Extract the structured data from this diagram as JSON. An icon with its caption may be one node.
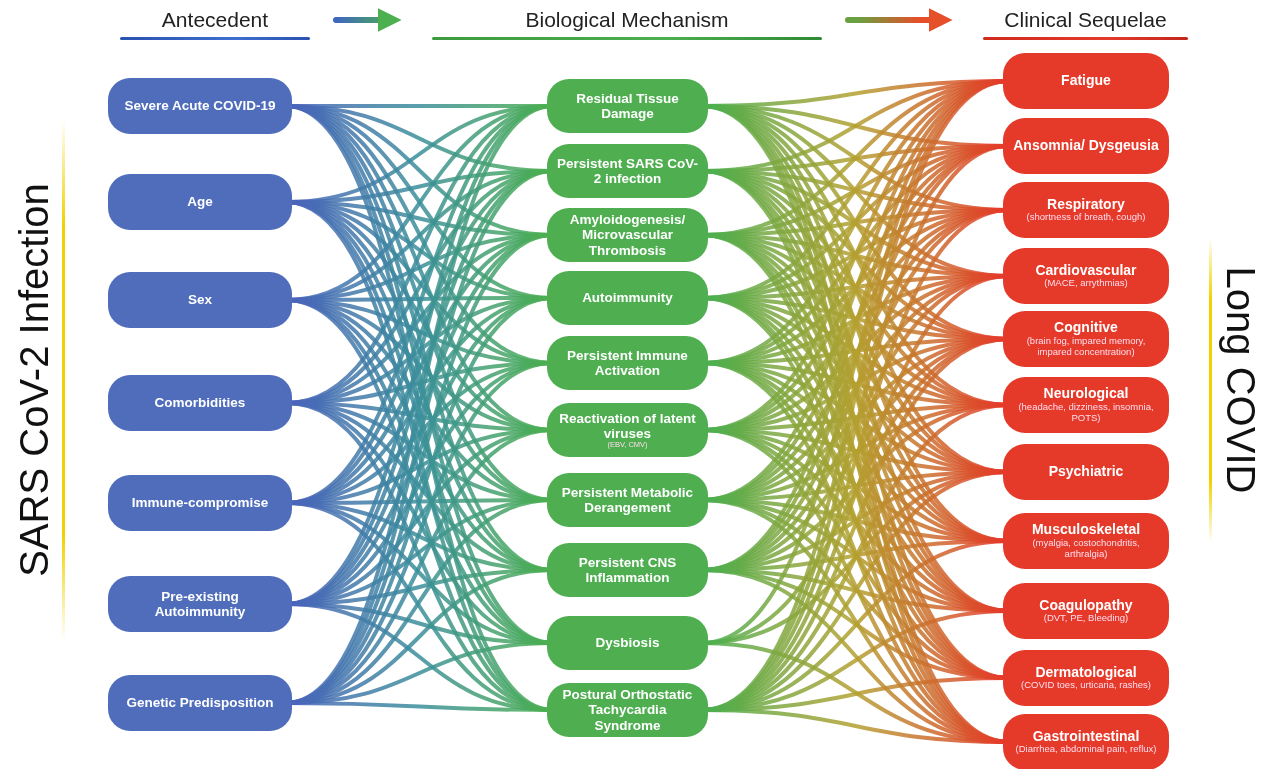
{
  "diagram": {
    "nodes": [
      {
        "text": [
          "Antecedent"
        ]
      },
      {
        "text": [
          "Biological Mechanism"
        ]
      },
      {
        "text": [
          "Clinical Sequelae"
        ]
      },
      {
        "text": [
          "Severe Acute COVID-19"
        ]
      },
      {
        "text": [
          "Age"
        ]
      },
      {
        "text": [
          "Sex"
        ]
      },
      {
        "text": [
          "Comorbidities"
        ]
      },
      {
        "text": [
          "Immune-compromise"
        ]
      },
      {
        "text": [
          "Pre-existing Autoimmunity"
        ]
      },
      {
        "text": [
          "Genetic Predisposition"
        ]
      },
      {
        "text": [
          "Residual Tissue Damage"
        ]
      },
      {
        "text": [
          "Persistent SARS CoV-2 infection"
        ]
      },
      {
        "text": [
          "Amyloidogenesis/ Microvascular Thrombosis"
        ]
      },
      {
        "text": [
          "Autoimmunity"
        ]
      },
      {
        "text": [
          "Persistent Immune Activation"
        ]
      },
      {
        "text": [
          "Reactivation of latent viruses",
          "(EBV, CMV)"
        ]
      },
      {
        "text": [
          "Persistent Metabolic Derangement"
        ]
      },
      {
        "text": [
          "Persistent CNS Inflammation"
        ]
      },
      {
        "text": [
          "Dysbiosis"
        ]
      },
      {
        "text": [
          "Postural Orthostatic Tachycardia Syndrome"
        ]
      },
      {
        "text": [
          "Fatigue"
        ]
      },
      {
        "text": [
          "Ansomnia/ Dysgeusia"
        ]
      },
      {
        "text": [
          "Respiratory",
          "(shortness of breath, cough)"
        ]
      },
      {
        "text": [
          "Cardiovascular",
          "(MACE, arrythmias)"
        ]
      },
      {
        "text": [
          "Cognitive",
          "(brain fog, impared memory, impared concentration)"
        ]
      },
      {
        "text": [
          "Neurological",
          "(headache, dizziness, insomnia, POTS)"
        ]
      },
      {
        "text": [
          "Psychiatric"
        ]
      },
      {
        "text": [
          "Musculoskeletal",
          "(myalgia, costochondritis, arthralgia)"
        ]
      },
      {
        "text": [
          "Coagulopathy",
          "(DVT, PE, Bleeding)"
        ]
      },
      {
        "text": [
          "Dermatological",
          "(COVID toes, urticaria, rashes)"
        ]
      },
      {
        "text": [
          "Gastrointestinal",
          "(Diarrhea, abdominal pain, reflux)"
        ]
      }
    ],
    "edges": [
      {
        "from": 0,
        "to": 1,
        "arrow": "to"
      },
      {
        "from": 1,
        "to": 2,
        "arrow": "to"
      },
      {
        "from": 3,
        "to": 10,
        "arrow": "none"
      },
      {
        "from": 3,
        "to": 11,
        "arrow": "none"
      },
      {
        "from": 3,
        "to": 12,
        "arrow": "none"
      },
      {
        "from": 3,
        "to": 13,
        "arrow": "none"
      },
      {
        "from": 3,
        "to": 14,
        "arrow": "none"
      },
      {
        "from": 3,
        "to": 15,
        "arrow": "none"
      },
      {
        "from": 3,
        "to": 16,
        "arrow": "none"
      },
      {
        "from": 3,
        "to": 17,
        "arrow": "none"
      },
      {
        "from": 3,
        "to": 18,
        "arrow": "none"
      },
      {
        "from": 3,
        "to": 19,
        "arrow": "none"
      },
      {
        "from": 4,
        "to": 10,
        "arrow": "none"
      },
      {
        "from": 4,
        "to": 11,
        "arrow": "none"
      },
      {
        "from": 4,
        "to": 12,
        "arrow": "none"
      },
      {
        "from": 4,
        "to": 13,
        "arrow": "none"
      },
      {
        "from": 4,
        "to": 14,
        "arrow": "none"
      },
      {
        "from": 4,
        "to": 15,
        "arrow": "none"
      },
      {
        "from": 4,
        "to": 16,
        "arrow": "none"
      },
      {
        "from": 4,
        "to": 17,
        "arrow": "none"
      },
      {
        "from": 4,
        "to": 18,
        "arrow": "none"
      },
      {
        "from": 4,
        "to": 19,
        "arrow": "none"
      },
      {
        "from": 5,
        "to": 10,
        "arrow": "none"
      },
      {
        "from": 5,
        "to": 11,
        "arrow": "none"
      },
      {
        "from": 5,
        "to": 12,
        "arrow": "none"
      },
      {
        "from": 5,
        "to": 13,
        "arrow": "none"
      },
      {
        "from": 5,
        "to": 14,
        "arrow": "none"
      },
      {
        "from": 5,
        "to": 15,
        "arrow": "none"
      },
      {
        "from": 5,
        "to": 16,
        "arrow": "none"
      },
      {
        "from": 5,
        "to": 17,
        "arrow": "none"
      },
      {
        "from": 5,
        "to": 18,
        "arrow": "none"
      },
      {
        "from": 5,
        "to": 19,
        "arrow": "none"
      },
      {
        "from": 6,
        "to": 10,
        "arrow": "none"
      },
      {
        "from": 6,
        "to": 11,
        "arrow": "none"
      },
      {
        "from": 6,
        "to": 12,
        "arrow": "none"
      },
      {
        "from": 6,
        "to": 13,
        "arrow": "none"
      },
      {
        "from": 6,
        "to": 14,
        "arrow": "none"
      },
      {
        "from": 6,
        "to": 15,
        "arrow": "none"
      },
      {
        "from": 6,
        "to": 16,
        "arrow": "none"
      },
      {
        "from": 6,
        "to": 17,
        "arrow": "none"
      },
      {
        "from": 6,
        "to": 18,
        "arrow": "none"
      },
      {
        "from": 6,
        "to": 19,
        "arrow": "none"
      },
      {
        "from": 7,
        "to": 10,
        "arrow": "none"
      },
      {
        "from": 7,
        "to": 11,
        "arrow": "none"
      },
      {
        "from": 7,
        "to": 12,
        "arrow": "none"
      },
      {
        "from": 7,
        "to": 13,
        "arrow": "none"
      },
      {
        "from": 7,
        "to": 14,
        "arrow": "none"
      },
      {
        "from": 7,
        "to": 15,
        "arrow": "none"
      },
      {
        "from": 7,
        "to": 16,
        "arrow": "none"
      },
      {
        "from": 7,
        "to": 17,
        "arrow": "none"
      },
      {
        "from": 7,
        "to": 18,
        "arrow": "none"
      },
      {
        "from": 7,
        "to": 19,
        "arrow": "none"
      },
      {
        "from": 8,
        "to": 10,
        "arrow": "none"
      },
      {
        "from": 8,
        "to": 11,
        "arrow": "none"
      },
      {
        "from": 8,
        "to": 12,
        "arrow": "none"
      },
      {
        "from": 8,
        "to": 13,
        "arrow": "none"
      },
      {
        "from": 8,
        "to": 14,
        "arrow": "none"
      },
      {
        "from": 8,
        "to": 15,
        "arrow": "none"
      },
      {
        "from": 8,
        "to": 16,
        "arrow": "none"
      },
      {
        "from": 8,
        "to": 17,
        "arrow": "none"
      },
      {
        "from": 8,
        "to": 18,
        "arrow": "none"
      },
      {
        "from": 8,
        "to": 19,
        "arrow": "none"
      },
      {
        "from": 9,
        "to": 10,
        "arrow": "none"
      },
      {
        "from": 9,
        "to": 11,
        "arrow": "none"
      },
      {
        "from": 9,
        "to": 12,
        "arrow": "none"
      },
      {
        "from": 9,
        "to": 13,
        "arrow": "none"
      },
      {
        "from": 9,
        "to": 14,
        "arrow": "none"
      },
      {
        "from": 9,
        "to": 15,
        "arrow": "none"
      },
      {
        "from": 9,
        "to": 16,
        "arrow": "none"
      },
      {
        "from": 9,
        "to": 17,
        "arrow": "none"
      },
      {
        "from": 9,
        "to": 18,
        "arrow": "none"
      },
      {
        "from": 9,
        "to": 19,
        "arrow": "none"
      },
      {
        "from": 10,
        "to": 20,
        "arrow": "none"
      },
      {
        "from": 10,
        "to": 21,
        "arrow": "none"
      },
      {
        "from": 10,
        "to": 22,
        "arrow": "none"
      },
      {
        "from": 10,
        "to": 23,
        "arrow": "none"
      },
      {
        "from": 10,
        "to": 24,
        "arrow": "none"
      },
      {
        "from": 10,
        "to": 25,
        "arrow": "none"
      },
      {
        "from": 10,
        "to": 26,
        "arrow": "none"
      },
      {
        "from": 10,
        "to": 27,
        "arrow": "none"
      },
      {
        "from": 10,
        "to": 28,
        "arrow": "none"
      },
      {
        "from": 10,
        "to": 29,
        "arrow": "none"
      },
      {
        "from": 10,
        "to": 30,
        "arrow": "none"
      },
      {
        "from": 11,
        "to": 20,
        "arrow": "none"
      },
      {
        "from": 11,
        "to": 21,
        "arrow": "none"
      },
      {
        "from": 11,
        "to": 22,
        "arrow": "none"
      },
      {
        "from": 11,
        "to": 23,
        "arrow": "none"
      },
      {
        "from": 11,
        "to": 24,
        "arrow": "none"
      },
      {
        "from": 11,
        "to": 25,
        "arrow": "none"
      },
      {
        "from": 11,
        "to": 26,
        "arrow": "none"
      },
      {
        "from": 11,
        "to": 27,
        "arrow": "none"
      },
      {
        "from": 11,
        "to": 28,
        "arrow": "none"
      },
      {
        "from": 11,
        "to": 29,
        "arrow": "none"
      },
      {
        "from": 11,
        "to": 30,
        "arrow": "none"
      },
      {
        "from": 12,
        "to": 20,
        "arrow": "none"
      },
      {
        "from": 12,
        "to": 21,
        "arrow": "none"
      },
      {
        "from": 12,
        "to": 22,
        "arrow": "none"
      },
      {
        "from": 12,
        "to": 23,
        "arrow": "none"
      },
      {
        "from": 12,
        "to": 24,
        "arrow": "none"
      },
      {
        "from": 12,
        "to": 25,
        "arrow": "none"
      },
      {
        "from": 12,
        "to": 26,
        "arrow": "none"
      },
      {
        "from": 12,
        "to": 27,
        "arrow": "none"
      },
      {
        "from": 12,
        "to": 28,
        "arrow": "none"
      },
      {
        "from": 12,
        "to": 29,
        "arrow": "none"
      },
      {
        "from": 12,
        "to": 30,
        "arrow": "none"
      },
      {
        "from": 13,
        "to": 20,
        "arrow": "none"
      },
      {
        "from": 13,
        "to": 21,
        "arrow": "none"
      },
      {
        "from": 13,
        "to": 22,
        "arrow": "none"
      },
      {
        "from": 13,
        "to": 23,
        "arrow": "none"
      },
      {
        "from": 13,
        "to": 24,
        "arrow": "none"
      },
      {
        "from": 13,
        "to": 25,
        "arrow": "none"
      },
      {
        "from": 13,
        "to": 26,
        "arrow": "none"
      },
      {
        "from": 13,
        "to": 27,
        "arrow": "none"
      },
      {
        "from": 13,
        "to": 28,
        "arrow": "none"
      },
      {
        "from": 13,
        "to": 29,
        "arrow": "none"
      },
      {
        "from": 13,
        "to": 30,
        "arrow": "none"
      },
      {
        "from": 14,
        "to": 20,
        "arrow": "none"
      },
      {
        "from": 14,
        "to": 21,
        "arrow": "none"
      },
      {
        "from": 14,
        "to": 22,
        "arrow": "none"
      },
      {
        "from": 14,
        "to": 23,
        "arrow": "none"
      },
      {
        "from": 14,
        "to": 24,
        "arrow": "none"
      },
      {
        "from": 14,
        "to": 25,
        "arrow": "none"
      },
      {
        "from": 14,
        "to": 26,
        "arrow": "none"
      },
      {
        "from": 14,
        "to": 27,
        "arrow": "none"
      },
      {
        "from": 14,
        "to": 28,
        "arrow": "none"
      },
      {
        "from": 14,
        "to": 29,
        "arrow": "none"
      },
      {
        "from": 14,
        "to": 30,
        "arrow": "none"
      },
      {
        "from": 15,
        "to": 20,
        "arrow": "none"
      },
      {
        "from": 15,
        "to": 21,
        "arrow": "none"
      },
      {
        "from": 15,
        "to": 22,
        "arrow": "none"
      },
      {
        "from": 15,
        "to": 23,
        "arrow": "none"
      },
      {
        "from": 15,
        "to": 24,
        "arrow": "none"
      },
      {
        "from": 15,
        "to": 25,
        "arrow": "none"
      },
      {
        "from": 15,
        "to": 26,
        "arrow": "none"
      },
      {
        "from": 15,
        "to": 27,
        "arrow": "none"
      },
      {
        "from": 15,
        "to": 28,
        "arrow": "none"
      },
      {
        "from": 15,
        "to": 29,
        "arrow": "none"
      },
      {
        "from": 15,
        "to": 30,
        "arrow": "none"
      },
      {
        "from": 16,
        "to": 20,
        "arrow": "none"
      },
      {
        "from": 16,
        "to": 21,
        "arrow": "none"
      },
      {
        "from": 16,
        "to": 22,
        "arrow": "none"
      },
      {
        "from": 16,
        "to": 23,
        "arrow": "none"
      },
      {
        "from": 16,
        "to": 24,
        "arrow": "none"
      },
      {
        "from": 16,
        "to": 25,
        "arrow": "none"
      },
      {
        "from": 16,
        "to": 26,
        "arrow": "none"
      },
      {
        "from": 16,
        "to": 27,
        "arrow": "none"
      },
      {
        "from": 16,
        "to": 28,
        "arrow": "none"
      },
      {
        "from": 16,
        "to": 29,
        "arrow": "none"
      },
      {
        "from": 16,
        "to": 30,
        "arrow": "none"
      },
      {
        "from": 17,
        "to": 20,
        "arrow": "none"
      },
      {
        "from": 17,
        "to": 21,
        "arrow": "none"
      },
      {
        "from": 17,
        "to": 22,
        "arrow": "none"
      },
      {
        "from": 17,
        "to": 23,
        "arrow": "none"
      },
      {
        "from": 17,
        "to": 24,
        "arrow": "none"
      },
      {
        "from": 17,
        "to": 25,
        "arrow": "none"
      },
      {
        "from": 17,
        "to": 26,
        "arrow": "none"
      },
      {
        "from": 17,
        "to": 27,
        "arrow": "none"
      },
      {
        "from": 17,
        "to": 28,
        "arrow": "none"
      },
      {
        "from": 17,
        "to": 29,
        "arrow": "none"
      },
      {
        "from": 17,
        "to": 30,
        "arrow": "none"
      },
      {
        "from": 18,
        "to": 20,
        "arrow": "none"
      },
      {
        "from": 18,
        "to": 24,
        "arrow": "none"
      },
      {
        "from": 18,
        "to": 26,
        "arrow": "none"
      },
      {
        "from": 18,
        "to": 30,
        "arrow": "none"
      },
      {
        "from": 19,
        "to": 20,
        "arrow": "none"
      },
      {
        "from": 19,
        "to": 21,
        "arrow": "none"
      },
      {
        "from": 19,
        "to": 22,
        "arrow": "none"
      },
      {
        "from": 19,
        "to": 23,
        "arrow": "none"
      },
      {
        "from": 19,
        "to": 24,
        "arrow": "none"
      },
      {
        "from": 19,
        "to": 25,
        "arrow": "none"
      },
      {
        "from": 19,
        "to": 26,
        "arrow": "none"
      },
      {
        "from": 19,
        "to": 27,
        "arrow": "none"
      },
      {
        "from": 19,
        "to": 28,
        "arrow": "none"
      },
      {
        "from": 19,
        "to": 29,
        "arrow": "none"
      },
      {
        "from": 19,
        "to": 30,
        "arrow": "none"
      }
    ],
    "labels": [
      "SARS CoV-2 Infection",
      "Long COVID"
    ]
  }
}
